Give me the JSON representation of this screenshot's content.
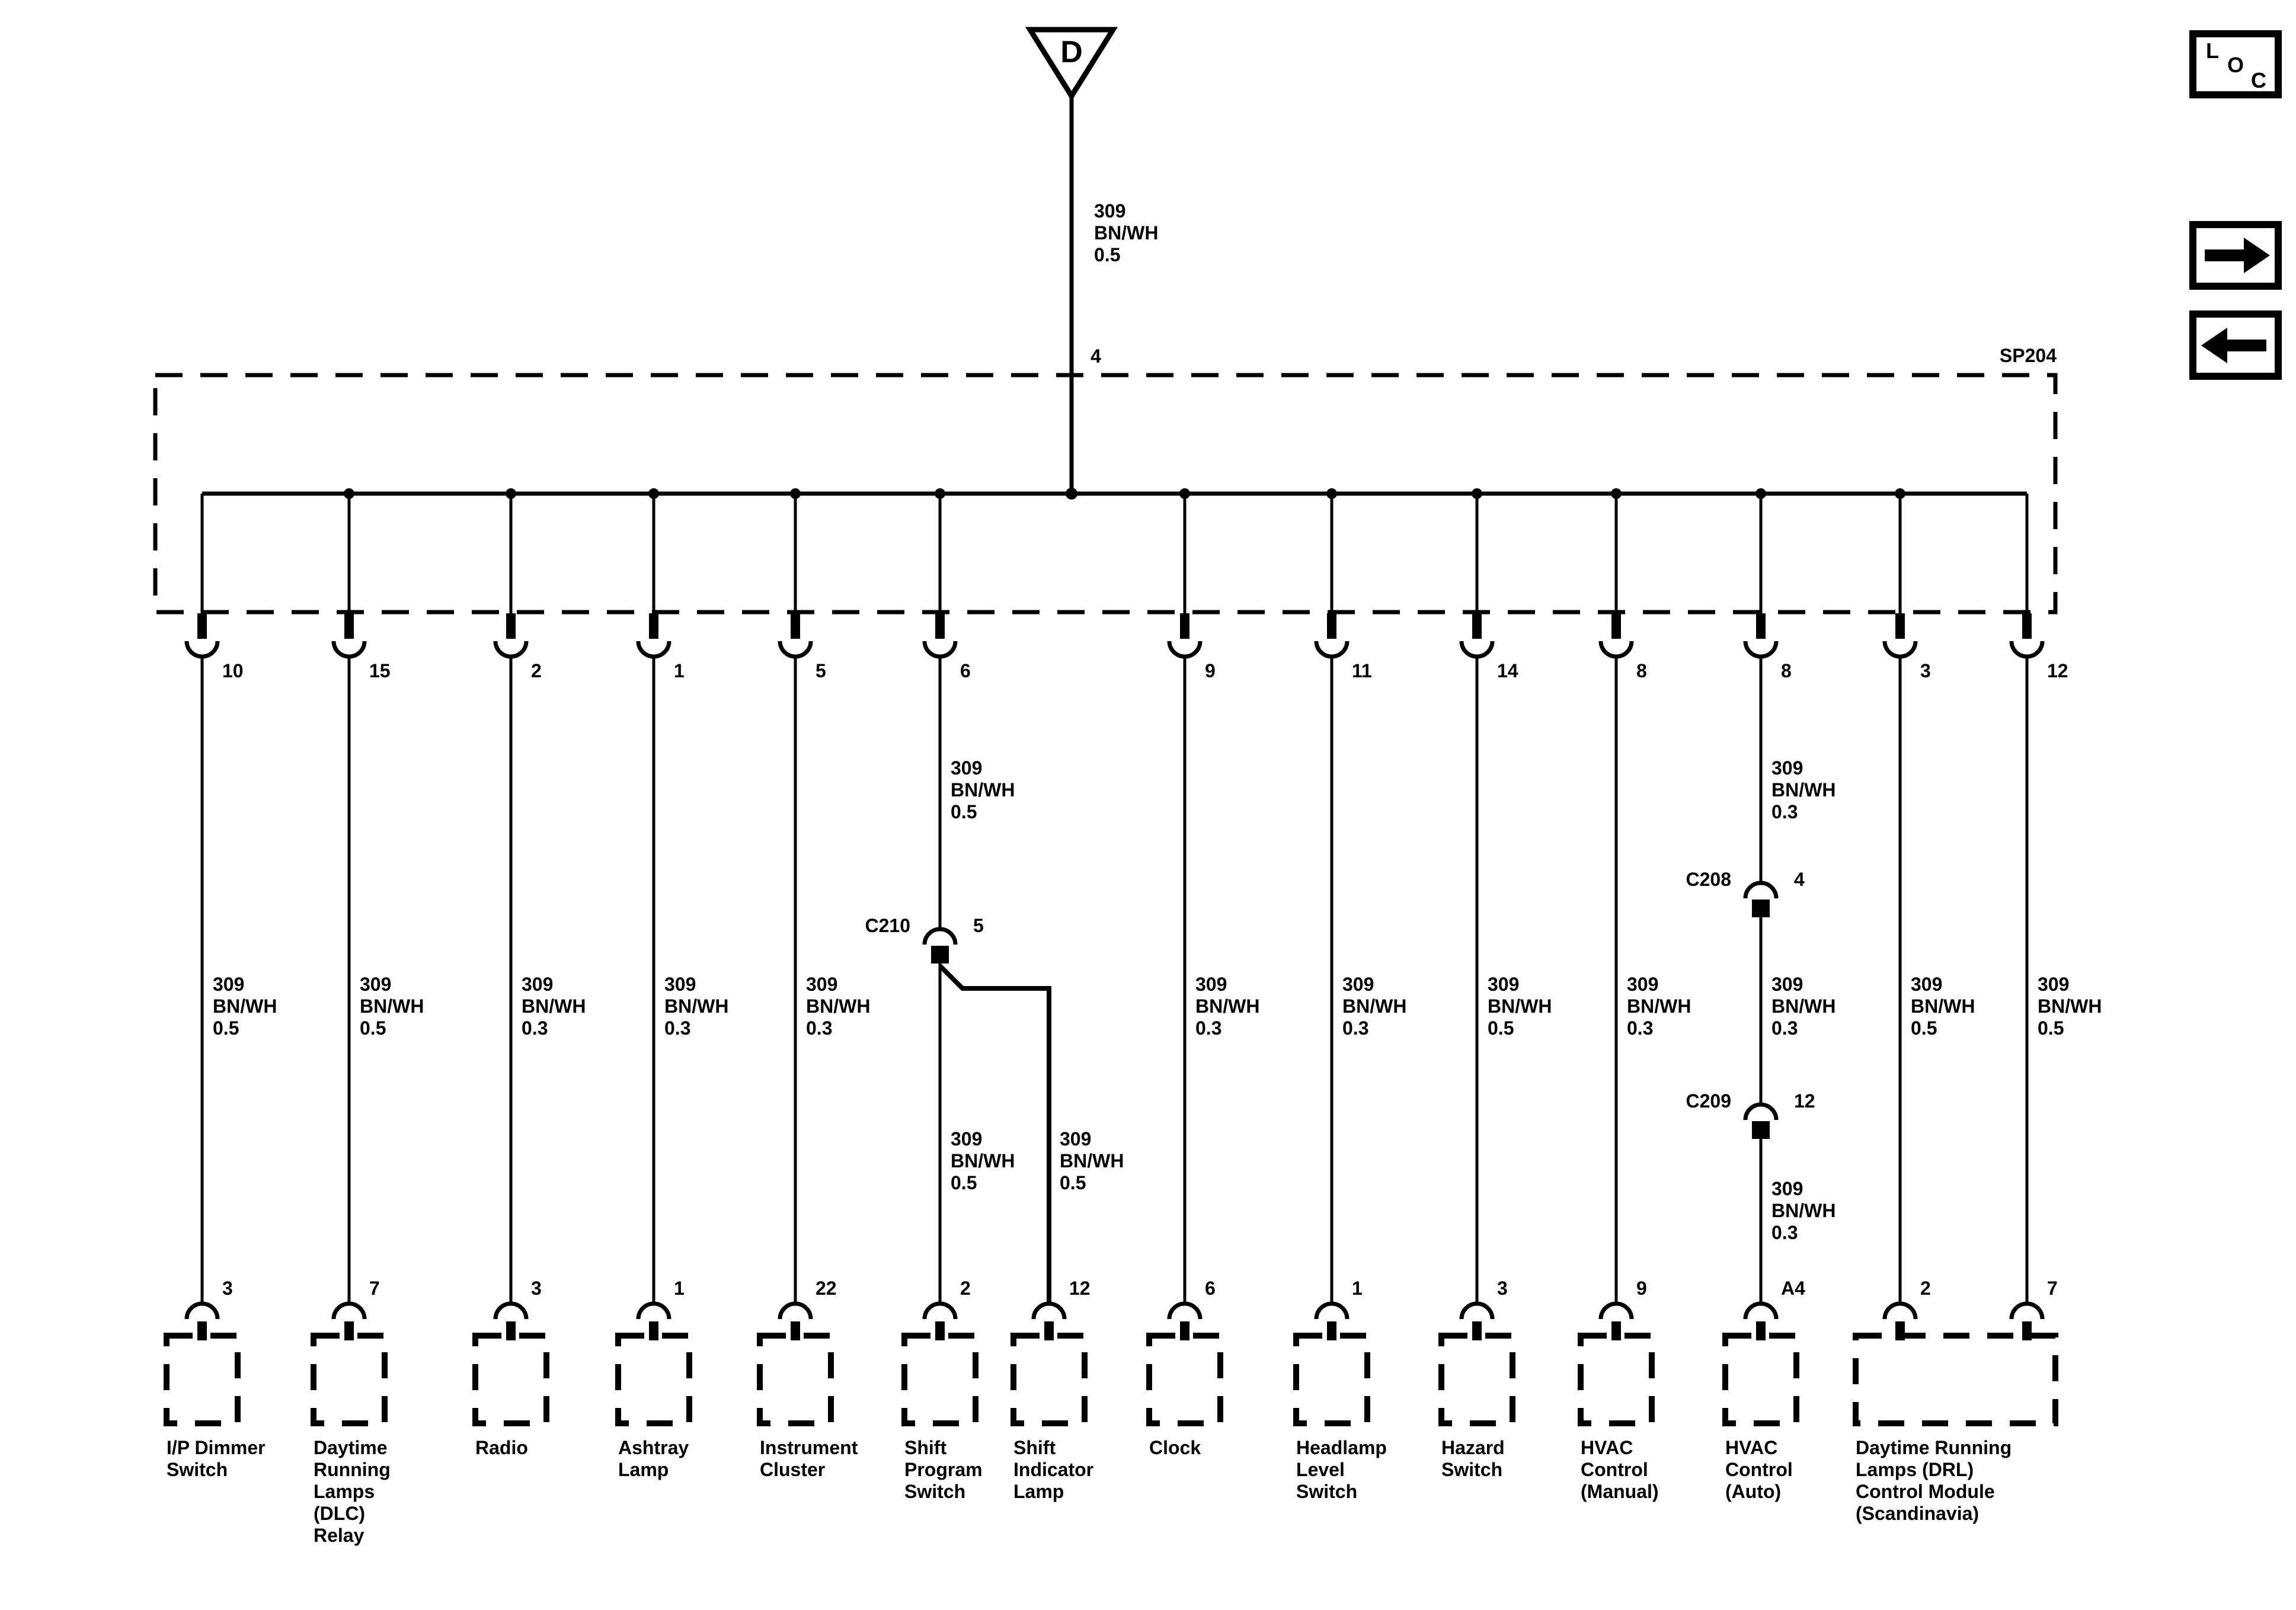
{
  "loc_box": {
    "letter_l": "L",
    "letter_o": "O",
    "letter_c": "C"
  },
  "feed": {
    "tag": "D",
    "wire": {
      "circuit": "309",
      "color": "BN/WH",
      "gauge": "0.5"
    },
    "pin": "4"
  },
  "splice": {
    "label": "SP204"
  },
  "branches": [
    {
      "top_pin": "10",
      "wire": {
        "circuit": "309",
        "color": "BN/WH",
        "gauge": "0.5"
      },
      "bottom_pin": "3",
      "component": "I/P Dimmer Switch"
    },
    {
      "top_pin": "15",
      "wire": {
        "circuit": "309",
        "color": "BN/WH",
        "gauge": "0.5"
      },
      "bottom_pin": "7",
      "component": "Daytime Running Lamps (DLC) Relay"
    },
    {
      "top_pin": "2",
      "wire": {
        "circuit": "309",
        "color": "BN/WH",
        "gauge": "0.3"
      },
      "bottom_pin": "3",
      "component": "Radio"
    },
    {
      "top_pin": "1",
      "wire": {
        "circuit": "309",
        "color": "BN/WH",
        "gauge": "0.3"
      },
      "bottom_pin": "1",
      "component": "Ashtray Lamp"
    },
    {
      "top_pin": "5",
      "wire": {
        "circuit": "309",
        "color": "BN/WH",
        "gauge": "0.3"
      },
      "bottom_pin": "22",
      "component": "Instrument Cluster"
    },
    {
      "top_pin": "6",
      "upper_wire": {
        "circuit": "309",
        "color": "BN/WH",
        "gauge": "0.5"
      },
      "connector": {
        "name": "C210",
        "pin": "5"
      },
      "lower_wire": {
        "circuit": "309",
        "color": "BN/WH",
        "gauge": "0.5"
      },
      "bottom_pin": "2",
      "component": "Shift Program Switch"
    },
    {
      "top_pin": "9",
      "wire": {
        "circuit": "309",
        "color": "BN/WH",
        "gauge": "0.3"
      },
      "bottom_pin": "6",
      "component": "Clock"
    },
    {
      "top_pin": "11",
      "wire": {
        "circuit": "309",
        "color": "BN/WH",
        "gauge": "0.3"
      },
      "bottom_pin": "1",
      "component": "Headlamp Level Switch"
    },
    {
      "top_pin": "14",
      "wire": {
        "circuit": "309",
        "color": "BN/WH",
        "gauge": "0.5"
      },
      "bottom_pin": "3",
      "component": "Hazard Switch"
    },
    {
      "top_pin": "8",
      "wire": {
        "circuit": "309",
        "color": "BN/WH",
        "gauge": "0.3"
      },
      "bottom_pin": "9",
      "component": "HVAC Control (Manual)"
    },
    {
      "top_pin": "8",
      "upper_wire": {
        "circuit": "309",
        "color": "BN/WH",
        "gauge": "0.3"
      },
      "connector_upper": {
        "name": "C208",
        "pin": "4"
      },
      "mid_wire": {
        "circuit": "309",
        "color": "BN/WH",
        "gauge": "0.3"
      },
      "connector_lower": {
        "name": "C209",
        "pin": "12"
      },
      "lower_wire": {
        "circuit": "309",
        "color": "BN/WH",
        "gauge": "0.3"
      },
      "bottom_pin": "A4",
      "component": "HVAC Control (Auto)"
    },
    {
      "top_pin": "3",
      "wire": {
        "circuit": "309",
        "color": "BN/WH",
        "gauge": "0.5"
      },
      "bottom_pin": "2"
    },
    {
      "top_pin": "12",
      "wire": {
        "circuit": "309",
        "color": "BN/WH",
        "gauge": "0.5"
      },
      "bottom_pin": "7"
    }
  ],
  "shift_branch": {
    "wire": {
      "circuit": "309",
      "color": "BN/WH",
      "gauge": "0.5"
    },
    "bottom_pin": "12",
    "component": "Shift Indicator Lamp"
  },
  "drl_module": {
    "component": "Daytime Running Lamps (DRL) Control Module (Scandinavia)"
  }
}
